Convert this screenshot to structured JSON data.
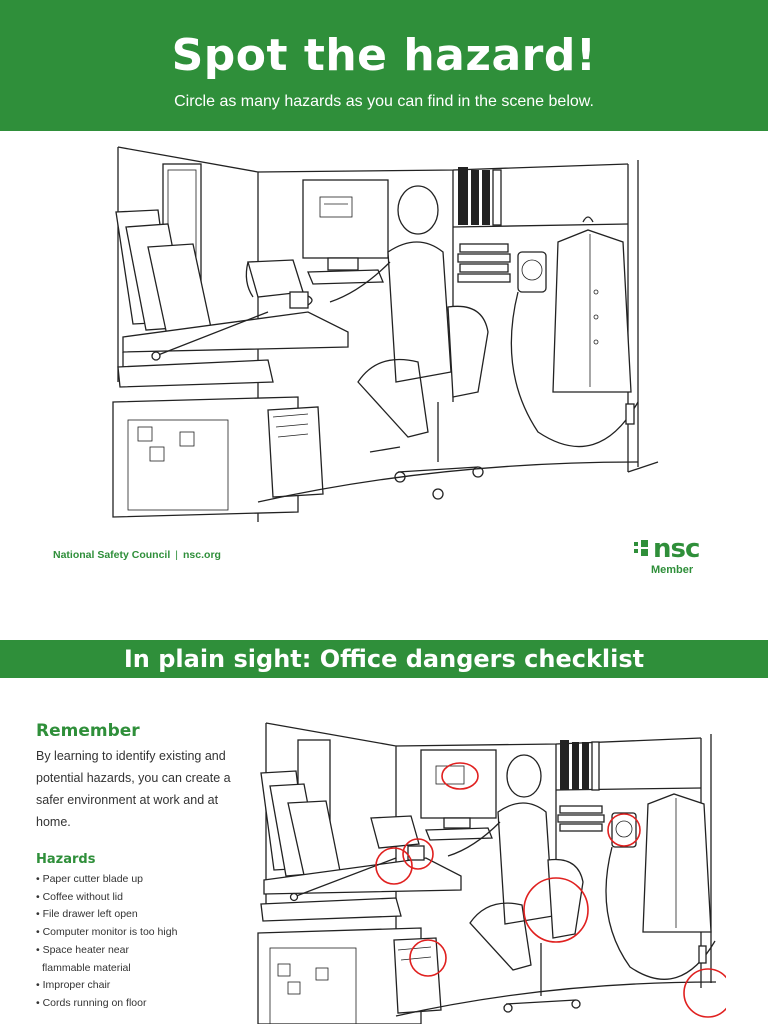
{
  "header": {
    "title": "Spot the hazard!",
    "subtitle": "Circle as many hazards as you can find in the scene below."
  },
  "footer": {
    "organization": "National Safety Council",
    "separator": "|",
    "website": "nsc.org"
  },
  "logo": {
    "wordmark": "nsc",
    "tag": "Member"
  },
  "checklist": {
    "title": "In plain sight: Office dangers checklist",
    "remember_heading": "Remember",
    "remember_text": "By learning to identify existing and potential hazards, you can create a safer environment at work and at home.",
    "hazards_heading": "Hazards",
    "hazards": [
      {
        "text": "Paper cutter blade up"
      },
      {
        "text": "Coffee without lid"
      },
      {
        "text": "File drawer left open"
      },
      {
        "text": "Computer monitor is too high"
      },
      {
        "text": "Space heater near",
        "text2": "flammable material"
      },
      {
        "text": "Improper chair"
      },
      {
        "text": "Cords running on floor"
      }
    ]
  },
  "colors": {
    "brand_green": "#2f8f3a",
    "highlight_red": "#e0201f",
    "line_art": "#222222"
  }
}
